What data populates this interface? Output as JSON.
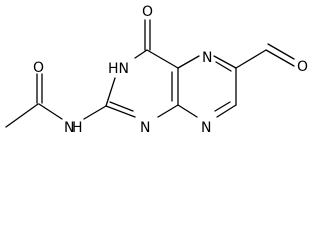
{
  "molecule": {
    "atoms": {
      "acetyl_o": "O",
      "acetyl_nh": "N",
      "acetyl_nh_h": "H",
      "ring_nh": "HN",
      "ring_c_o": "O",
      "n2": "N",
      "n5": "N",
      "n8": "N",
      "aldehyde_o": "O"
    }
  }
}
